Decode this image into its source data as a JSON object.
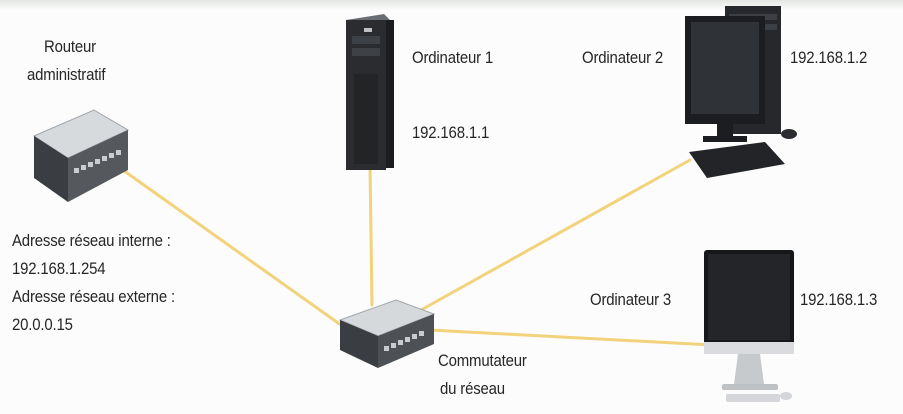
{
  "nodes": {
    "router": {
      "label_line1": "Routeur",
      "label_line2": "administratif",
      "icon": "router-icon"
    },
    "router_info": {
      "internal_label": "Adresse réseau interne :",
      "internal_ip": "192.168.1.254",
      "external_label": "Adresse réseau externe :",
      "external_ip": "20.0.0.15"
    },
    "computer1": {
      "label": "Ordinateur 1",
      "ip": "192.168.1.1",
      "icon": "tower-server-icon"
    },
    "computer2": {
      "label": "Ordinateur 2",
      "ip": "192.168.1.2",
      "icon": "desktop-pc-icon"
    },
    "computer3": {
      "label": "Ordinateur 3",
      "ip": "192.168.1.3",
      "icon": "all-in-one-pc-icon"
    },
    "switch": {
      "label_line1": "Commutateur",
      "label_line2": "du réseau",
      "icon": "network-switch-icon"
    }
  },
  "colors": {
    "link": "#f2d27a",
    "device_dark": "#2b2d30",
    "device_light": "#d6d9dc"
  }
}
